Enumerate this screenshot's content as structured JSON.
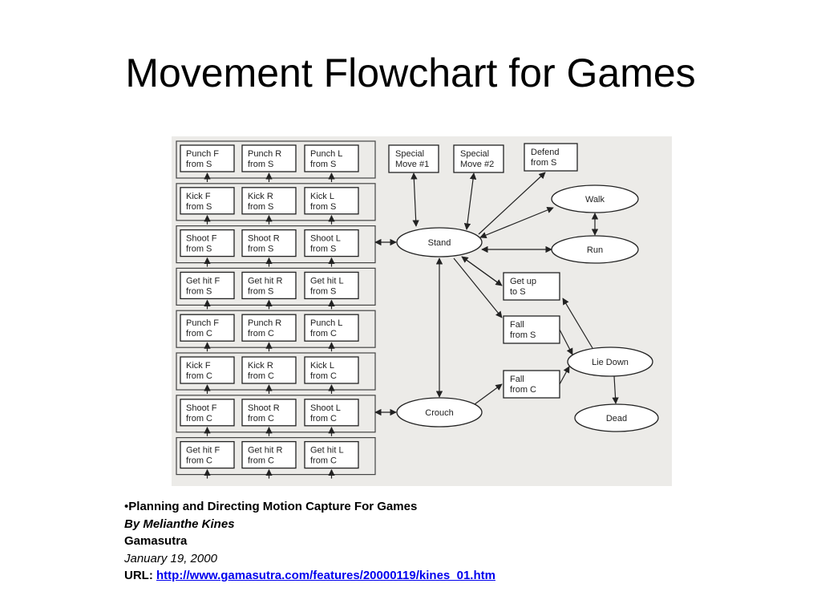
{
  "slide": {
    "title": "Movement Flowchart for Games"
  },
  "grid": [
    [
      [
        "Punch F",
        "from S"
      ],
      [
        "Punch R",
        "from S"
      ],
      [
        "Punch L",
        "from S"
      ]
    ],
    [
      [
        "Kick F",
        "from S"
      ],
      [
        "Kick R",
        "from S"
      ],
      [
        "Kick L",
        "from S"
      ]
    ],
    [
      [
        "Shoot F",
        "from S"
      ],
      [
        "Shoot R",
        "from S"
      ],
      [
        "Shoot L",
        "from S"
      ]
    ],
    [
      [
        "Get hit F",
        "from S"
      ],
      [
        "Get hit R",
        "from S"
      ],
      [
        "Get hit L",
        "from S"
      ]
    ],
    [
      [
        "Punch F",
        "from C"
      ],
      [
        "Punch R",
        "from C"
      ],
      [
        "Punch L",
        "from C"
      ]
    ],
    [
      [
        "Kick F",
        "from C"
      ],
      [
        "Kick R",
        "from C"
      ],
      [
        "Kick L",
        "from C"
      ]
    ],
    [
      [
        "Shoot F",
        "from C"
      ],
      [
        "Shoot R",
        "from C"
      ],
      [
        "Shoot L",
        "from C"
      ]
    ],
    [
      [
        "Get hit F",
        "from C"
      ],
      [
        "Get hit R",
        "from C"
      ],
      [
        "Get hit L",
        "from C"
      ]
    ]
  ],
  "states": {
    "special1": [
      "Special",
      "Move #1"
    ],
    "special2": [
      "Special",
      "Move #2"
    ],
    "defend": [
      "Defend",
      "from S"
    ],
    "getup": [
      "Get up",
      "to S"
    ],
    "fallS": [
      "Fall",
      "from S"
    ],
    "fallC": [
      "Fall",
      "from C"
    ],
    "stand": "Stand",
    "walk": "Walk",
    "run": "Run",
    "crouch": "Crouch",
    "liedown": "Lie Down",
    "dead": "Dead"
  },
  "citation": {
    "bullet": "•",
    "title": "Planning and Directing Motion Capture For Games",
    "author": "By Melianthe Kines",
    "publisher": "Gamasutra",
    "date": "January 19, 2000",
    "url_label": "URL:",
    "url": "http://www.gamasutra.com/features/20000119/kines_01.htm"
  }
}
